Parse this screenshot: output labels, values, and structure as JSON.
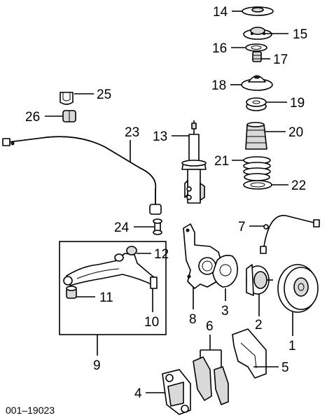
{
  "diagram": {
    "callouts": [
      "1",
      "2",
      "3",
      "4",
      "5",
      "6",
      "7",
      "8",
      "9",
      "10",
      "11",
      "12",
      "13",
      "14",
      "15",
      "16",
      "17",
      "18",
      "19",
      "20",
      "21",
      "22",
      "23",
      "24",
      "25",
      "26"
    ],
    "figure_code": "001–19023"
  }
}
